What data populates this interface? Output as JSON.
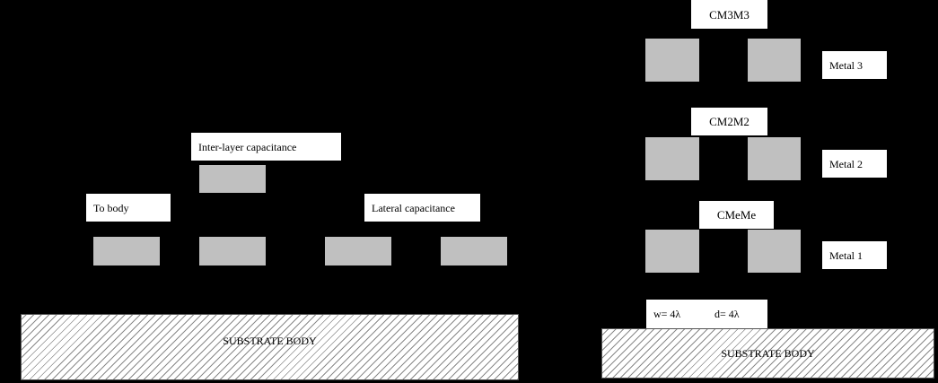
{
  "left_diagram": {
    "labels": {
      "inter_layer": "Inter-layer capacitance",
      "to_body": "To body",
      "lateral": "Lateral capacitance"
    },
    "substrate": "SUBSTRATE BODY"
  },
  "right_diagram": {
    "capacitances": {
      "cm3m3": "CM3M3",
      "cm2m2": "CM2M2",
      "cmeme": "CMeMe"
    },
    "metals": {
      "metal3": "Metal 3",
      "metal2": "Metal 2",
      "metal1": "Metal 1"
    },
    "dimensions": {
      "width": "w= 4λ",
      "distance": "d= 4λ"
    },
    "substrate": "SUBSTRATE BODY"
  },
  "colors": {
    "background": "#000000",
    "block_fill": "#c0c0c0",
    "label_fill": "#ffffff"
  }
}
